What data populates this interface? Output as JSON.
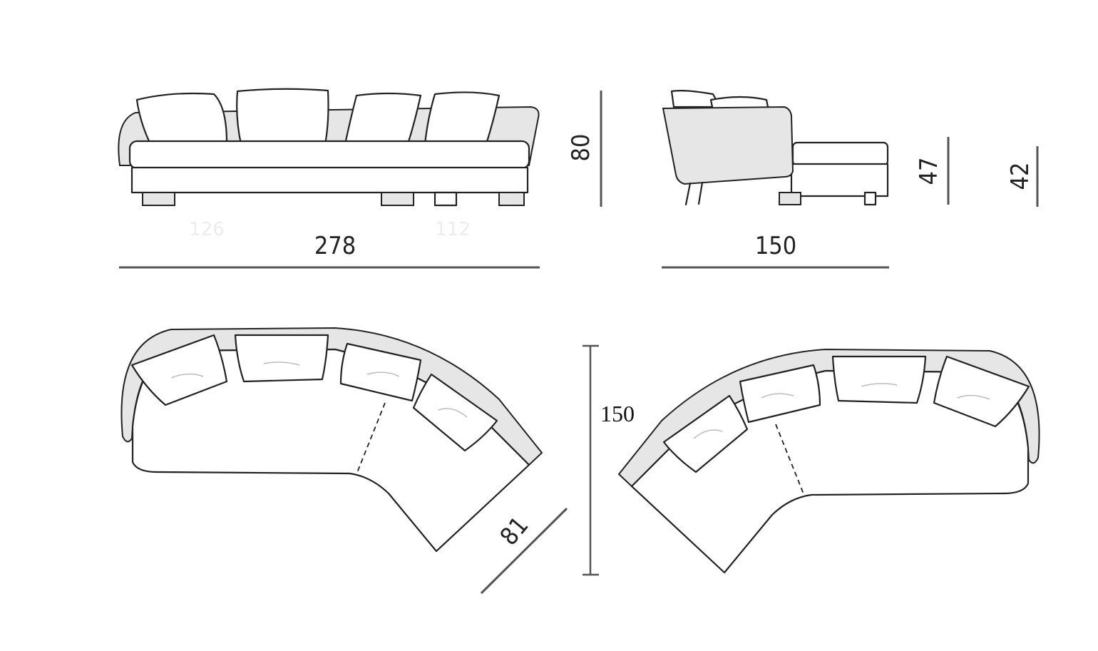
{
  "front_view": {
    "width_label": "278",
    "height_label": "80",
    "ghost_labels": [
      "126",
      "112"
    ]
  },
  "side_view": {
    "depth_label": "150",
    "seat_height_label": "47",
    "chaise_height_label": "42"
  },
  "top_view": {
    "depth_label": "150",
    "section_depth_label": "81"
  }
}
